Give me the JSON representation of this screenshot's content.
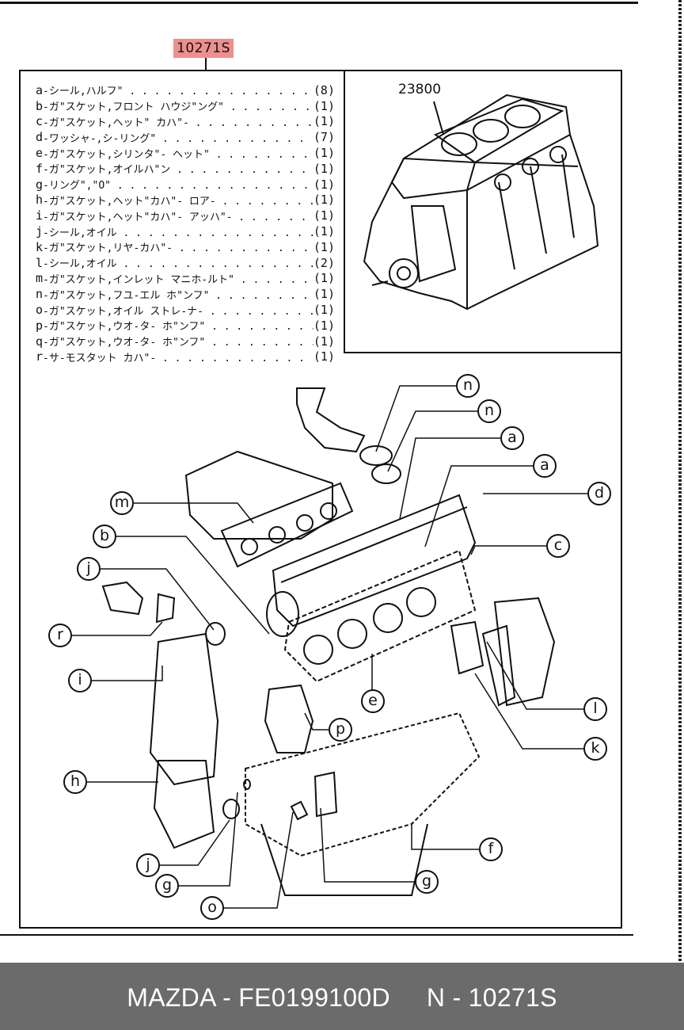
{
  "header": {
    "part_code": "10271S"
  },
  "engine_block_label": "23800",
  "parts_list": [
    {
      "letter": "a",
      "name": "-シール,ハルフ\"",
      "qty": "(8)"
    },
    {
      "letter": "b",
      "name": "-ガ\"スケット,フロント ハウジ\"ング\"",
      "qty": "(1)"
    },
    {
      "letter": "c",
      "name": "-ガ\"スケット,ヘット\" カハ\"-",
      "qty": "(1)"
    },
    {
      "letter": "d",
      "name": "-ワッシャ-,シ-リング\"",
      "qty": "(7)"
    },
    {
      "letter": "e",
      "name": "-ガ\"スケット,シリンタ\"- ヘット\"",
      "qty": "(1)"
    },
    {
      "letter": "f",
      "name": "-ガ\"スケット,オイルハ\"ン",
      "qty": "(1)"
    },
    {
      "letter": "g",
      "name": "-リング\",\"O\"",
      "qty": "(1)"
    },
    {
      "letter": "h",
      "name": "-ガ\"スケット,ヘット\"カハ\"- ロア-",
      "qty": "(1)"
    },
    {
      "letter": "i",
      "name": "-ガ\"スケット,ヘット\"カハ\"- アッハ\"-",
      "qty": "(1)"
    },
    {
      "letter": "j",
      "name": "-シール,オイル",
      "qty": "(1)"
    },
    {
      "letter": "k",
      "name": "-ガ\"スケット,リヤ-カハ\"-",
      "qty": "(1)"
    },
    {
      "letter": "l",
      "name": "-シール,オイル",
      "qty": "(2)"
    },
    {
      "letter": "m",
      "name": "-ガ\"スケット,インレット マニホ-ルト\"",
      "qty": "(1)"
    },
    {
      "letter": "n",
      "name": "-ガ\"スケット,フユ-エル ホ\"ンフ\"",
      "qty": "(1)"
    },
    {
      "letter": "o",
      "name": "-ガ\"スケット,オイル ストレ-ナ-",
      "qty": "(1)"
    },
    {
      "letter": "p",
      "name": "-ガ\"スケット,ウオ-タ- ホ\"ンフ\"",
      "qty": "(1)"
    },
    {
      "letter": "q",
      "name": "-ガ\"スケット,ウオ-タ- ホ\"ンフ\"",
      "qty": "(1)"
    },
    {
      "letter": "r",
      "name": "-サ-モスタット カハ\"-",
      "qty": "(1)"
    }
  ],
  "callouts": [
    "n",
    "n",
    "a",
    "a",
    "d",
    "m",
    "b",
    "c",
    "j",
    "r",
    "i",
    "e",
    "p",
    "l",
    "k",
    "h",
    "f",
    "j",
    "g",
    "g",
    "o"
  ],
  "footer": {
    "brand_part": "MAZDA - FE0199100D",
    "catalog_ref": "N - 10271S"
  }
}
